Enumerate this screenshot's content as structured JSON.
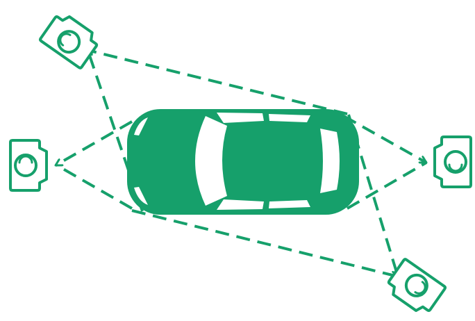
{
  "colors": {
    "accent": "#16a06b",
    "background": "#ffffff",
    "window": "#ffffff"
  },
  "diagram": {
    "subject": {
      "icon": "car-top-view-icon"
    },
    "cameras": [
      {
        "id": "camera-top-left",
        "icon": "camera-icon"
      },
      {
        "id": "camera-left",
        "icon": "camera-icon"
      },
      {
        "id": "camera-right",
        "icon": "camera-icon"
      },
      {
        "id": "camera-bottom-right",
        "icon": "camera-icon"
      }
    ],
    "connector_style": "dashed-arrow"
  }
}
